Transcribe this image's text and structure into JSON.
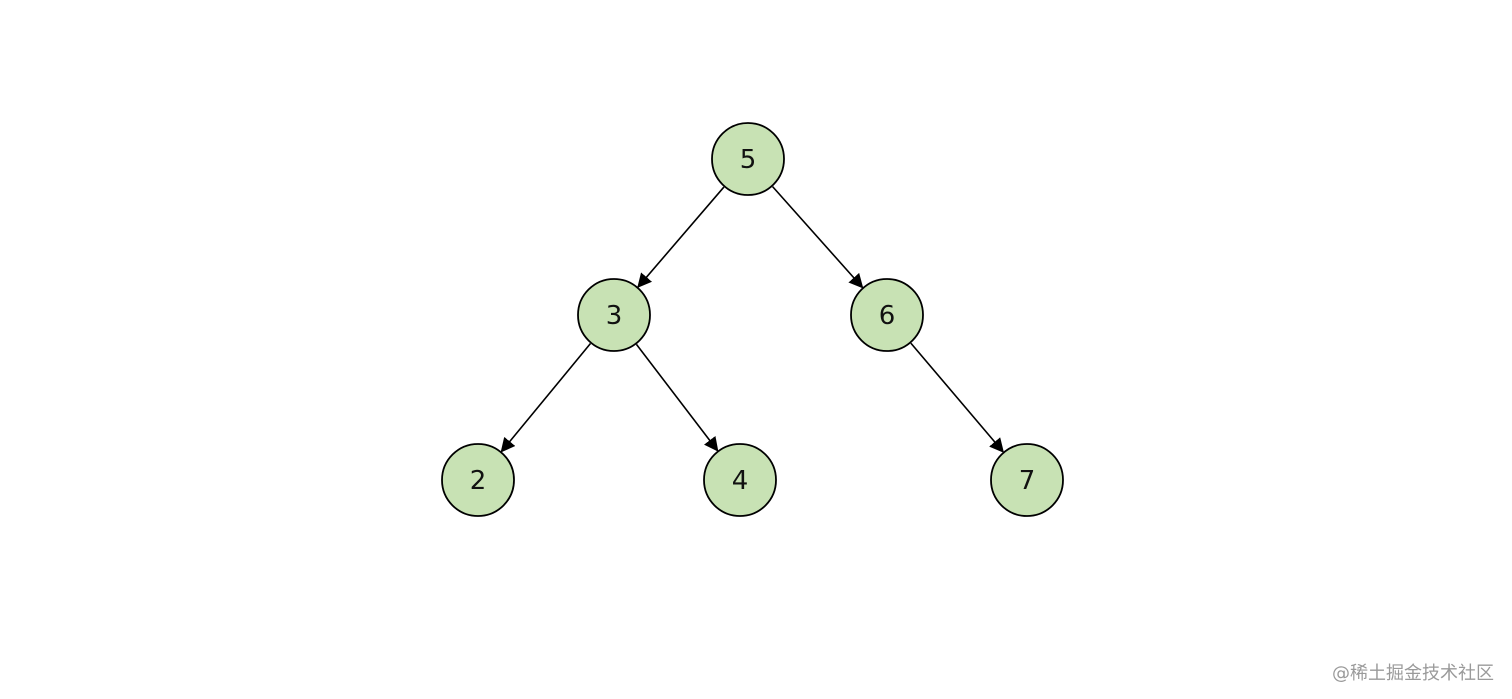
{
  "tree": {
    "nodes": [
      {
        "id": "n5",
        "label": "5"
      },
      {
        "id": "n3",
        "label": "3"
      },
      {
        "id": "n6",
        "label": "6"
      },
      {
        "id": "n2",
        "label": "2"
      },
      {
        "id": "n4",
        "label": "4"
      },
      {
        "id": "n7",
        "label": "7"
      }
    ],
    "edges": [
      {
        "from": "n5",
        "to": "n3"
      },
      {
        "from": "n5",
        "to": "n6"
      },
      {
        "from": "n3",
        "to": "n2"
      },
      {
        "from": "n3",
        "to": "n4"
      },
      {
        "from": "n6",
        "to": "n7"
      }
    ]
  },
  "colors": {
    "node_fill": "#c8e2b4",
    "node_stroke": "#000000",
    "edge": "#000000",
    "watermark": "#9a9a9a"
  },
  "watermark": {
    "text": "@稀土掘金技术社区"
  }
}
